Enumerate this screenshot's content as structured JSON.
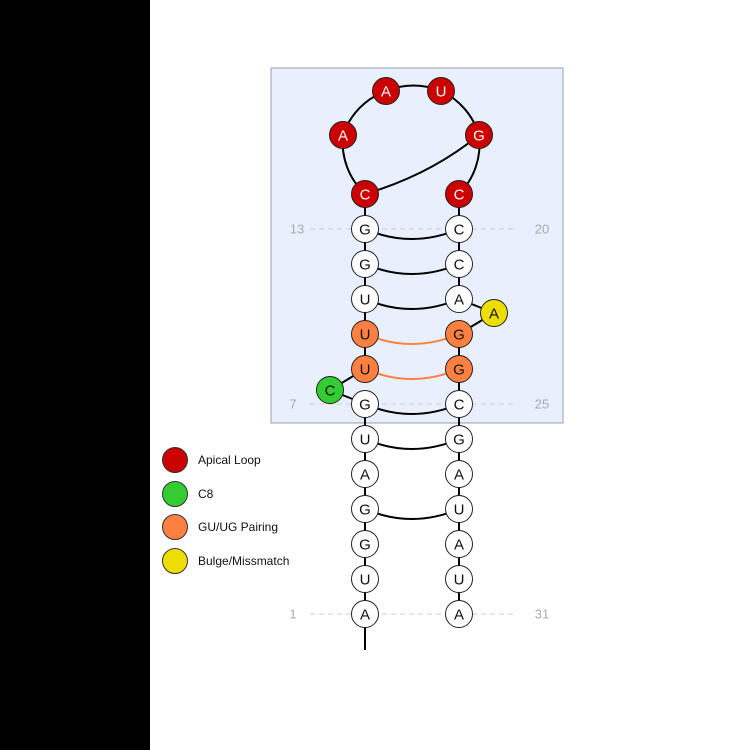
{
  "colors": {
    "apical": "#cc0000",
    "c8": "#33cc33",
    "gu": "#ff8040",
    "bulge": "#eedd00",
    "default": "#ffffff",
    "panel": "#e8effd"
  },
  "nucleotides": [
    {
      "n": 1,
      "base": "A",
      "cat": "default"
    },
    {
      "n": 2,
      "base": "U",
      "cat": "default"
    },
    {
      "n": 3,
      "base": "G",
      "cat": "default"
    },
    {
      "n": 4,
      "base": "G",
      "cat": "default"
    },
    {
      "n": 5,
      "base": "A",
      "cat": "default"
    },
    {
      "n": 6,
      "base": "U",
      "cat": "default"
    },
    {
      "n": 7,
      "base": "G",
      "cat": "default"
    },
    {
      "n": 8,
      "base": "C",
      "cat": "c8"
    },
    {
      "n": 9,
      "base": "U",
      "cat": "gu"
    },
    {
      "n": 10,
      "base": "U",
      "cat": "gu"
    },
    {
      "n": 11,
      "base": "U",
      "cat": "default"
    },
    {
      "n": 12,
      "base": "G",
      "cat": "default"
    },
    {
      "n": 13,
      "base": "G",
      "cat": "default"
    },
    {
      "n": 14,
      "base": "C",
      "cat": "apical"
    },
    {
      "n": 15,
      "base": "A",
      "cat": "apical"
    },
    {
      "n": 16,
      "base": "A",
      "cat": "apical"
    },
    {
      "n": 17,
      "base": "U",
      "cat": "apical"
    },
    {
      "n": 18,
      "base": "G",
      "cat": "apical"
    },
    {
      "n": 19,
      "base": "C",
      "cat": "apical"
    },
    {
      "n": 20,
      "base": "C",
      "cat": "default"
    },
    {
      "n": 21,
      "base": "C",
      "cat": "default"
    },
    {
      "n": 22,
      "base": "A",
      "cat": "default"
    },
    {
      "n": 23,
      "base": "A",
      "cat": "bulge"
    },
    {
      "n": 24,
      "base": "G",
      "cat": "gu"
    },
    {
      "n": 25,
      "base": "G",
      "cat": "gu"
    },
    {
      "n": 26,
      "base": "C",
      "cat": "default"
    },
    {
      "n": 27,
      "base": "G",
      "cat": "default"
    },
    {
      "n": 28,
      "base": "A",
      "cat": "default"
    },
    {
      "n": 29,
      "base": "U",
      "cat": "default"
    },
    {
      "n": 30,
      "base": "A",
      "cat": "default"
    },
    {
      "n": 31,
      "base": "U",
      "cat": "default"
    },
    {
      "n": 32,
      "base": "A",
      "cat": "default"
    }
  ],
  "pairs": [
    {
      "a": 13,
      "b": 20,
      "type": "wc"
    },
    {
      "a": 12,
      "b": 21,
      "type": "wc"
    },
    {
      "a": 11,
      "b": 22,
      "type": "wc"
    },
    {
      "a": 10,
      "b": 24,
      "type": "gu"
    },
    {
      "a": 9,
      "b": 25,
      "type": "gu"
    },
    {
      "a": 7,
      "b": 26,
      "type": "wc"
    },
    {
      "a": 6,
      "b": 27,
      "type": "wc"
    },
    {
      "a": 4,
      "b": 29,
      "type": "wc"
    },
    {
      "a": 14,
      "b": 18,
      "type": "loop"
    }
  ],
  "position_labels": {
    "left_13": "13",
    "right_20": "20",
    "left_7": "7",
    "right_25": "25",
    "left_1": "1",
    "right_31": "31"
  },
  "legend": [
    {
      "label": "Apical Loop",
      "cat": "apical"
    },
    {
      "label": "C8",
      "cat": "c8"
    },
    {
      "label": "GU/UG Pairing",
      "cat": "gu"
    },
    {
      "label": "Bulge/Missmatch",
      "cat": "bulge"
    }
  ]
}
